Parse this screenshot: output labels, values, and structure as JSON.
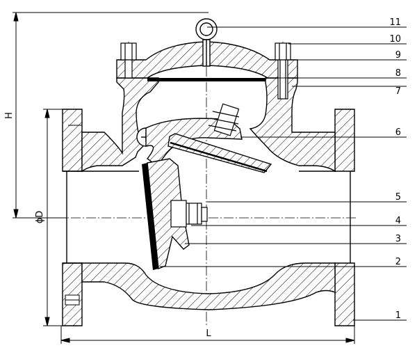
{
  "part_numbers": [
    "1",
    "2",
    "3",
    "4",
    "5",
    "6",
    "7",
    "8",
    "9",
    "10",
    "11"
  ],
  "dimensions": {
    "height": "H",
    "diameter": "ϕD",
    "length": "L"
  }
}
